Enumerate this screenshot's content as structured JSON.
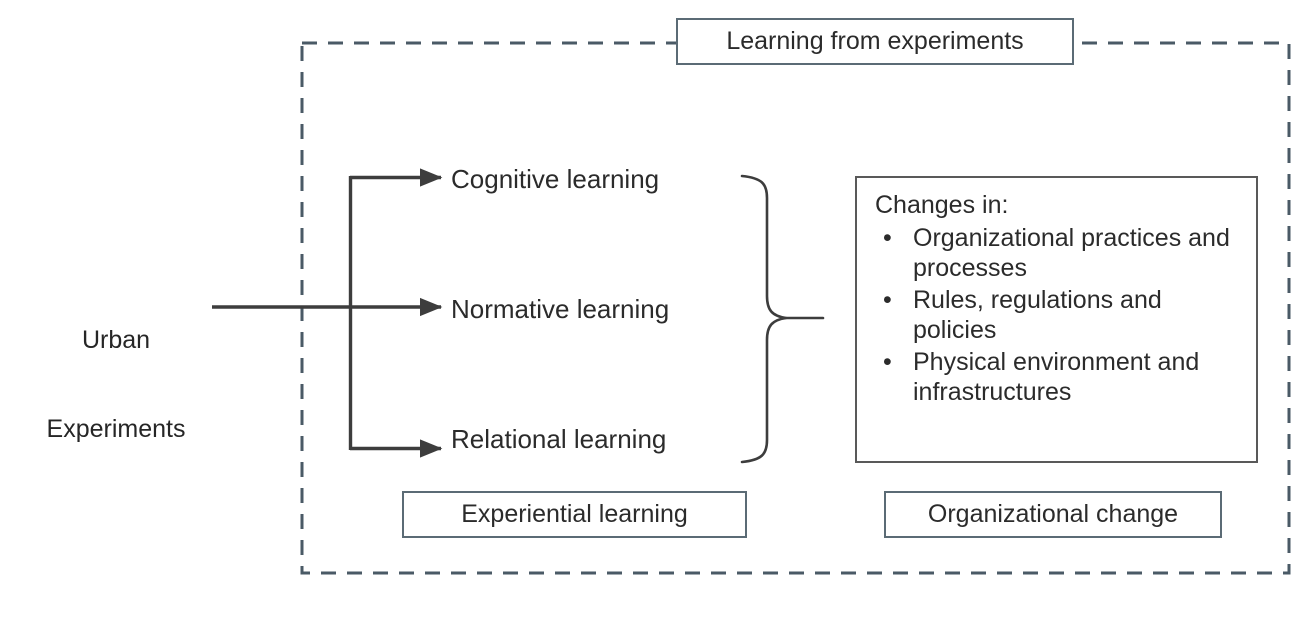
{
  "diagram": {
    "type": "flow-diagram",
    "title": "Learning from experiments",
    "colors": {
      "boxBorderBlueGray": "#5b6b75",
      "boxBorderGray": "#595959",
      "connector": "#3d3d3d",
      "dashedFrame": "#4a5a66",
      "text": "#2b2b2b",
      "background": "#ffffff"
    },
    "frame": {
      "label": "dashed-boundary",
      "style": "dashed"
    },
    "source": {
      "name": "urban-experiments",
      "lines": [
        "Urban",
        "Experiments"
      ]
    },
    "stages": [
      {
        "id": "cognitive",
        "label": "Cognitive learning"
      },
      {
        "id": "normative",
        "label": "Normative learning"
      },
      {
        "id": "relational",
        "label": "Relational learning"
      }
    ],
    "outcomes": {
      "heading": "Changes in:",
      "bullet_glyph": "•",
      "items": [
        "Organizational practices and processes",
        "Rules, regulations and policies",
        "Physical environment and infrastructures"
      ]
    },
    "captions": {
      "left": "Experiential learning",
      "right": "Organizational change"
    },
    "connectors": {
      "source_arrow": "arrow-source-to-trunk",
      "branch_arrows": [
        "arrow-to-cognitive",
        "arrow-to-normative",
        "arrow-to-relational"
      ],
      "brace": "right-curly-brace-grouping-stages"
    }
  }
}
